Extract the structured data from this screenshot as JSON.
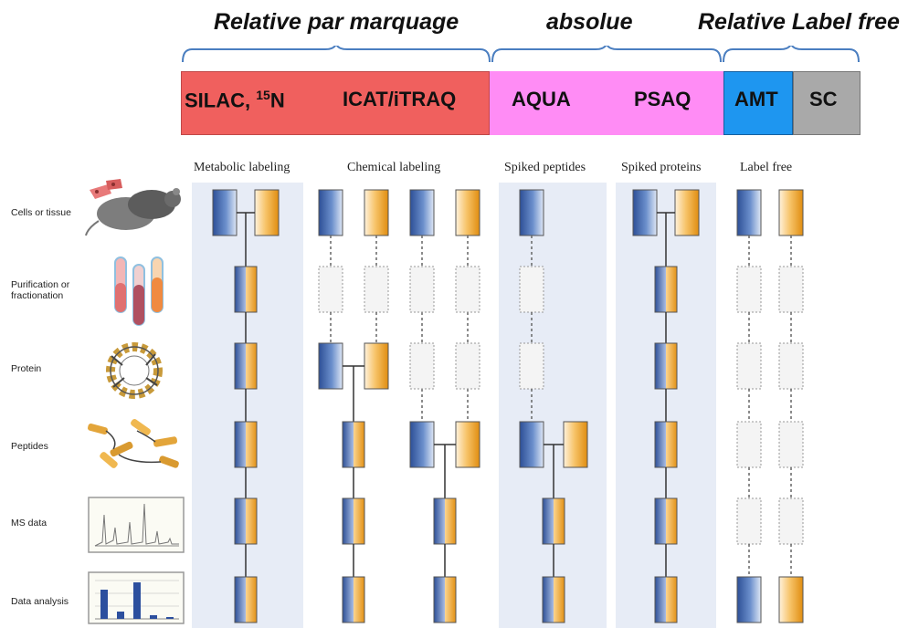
{
  "header": {
    "relative_marquage": "Relative par marquage",
    "absolue": "absolue",
    "relative_label_free": "Relative Label free"
  },
  "bands": {
    "silac_text": "SILAC, ",
    "silac_sup": "15",
    "silac_n": "N",
    "icat": "ICAT/iTRAQ",
    "aqua": "AQUA",
    "psaq": "PSAQ",
    "amt": "AMT",
    "sc": "SC"
  },
  "columns": {
    "metabolic": "Metabolic labeling",
    "chemical": "Chemical labeling",
    "spiked_peptides": "Spiked peptides",
    "spiked_proteins": "Spiked proteins",
    "label_free": "Label free"
  },
  "rows": {
    "cells_tissue": "Cells or tissue",
    "purification_1": "Purification or",
    "purification_2": "fractionation",
    "protein": "Protein",
    "peptides": "Peptides",
    "ms_data": "MS data",
    "data_analysis": "Data analysis"
  },
  "colors": {
    "red_band": "#f0605e",
    "pink_band": "#ff8cf5",
    "blue_band": "#1e96f0",
    "gray_band": "#a9a9a9",
    "column_bg": "#e7ecf6",
    "blue_box": "#3f64a8",
    "orange_box": "#f4a62a",
    "bracket": "#4a7ec0"
  }
}
